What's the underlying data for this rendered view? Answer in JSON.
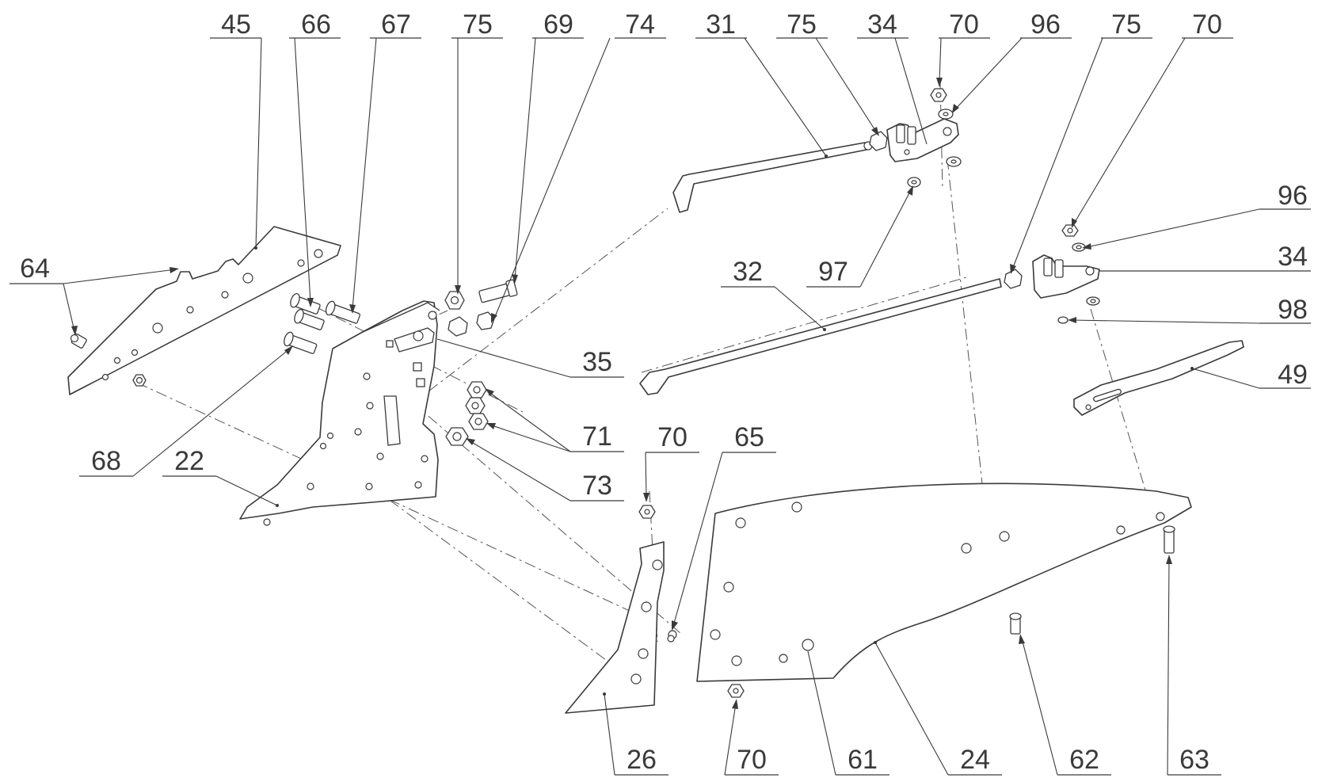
{
  "callouts": [
    {
      "id": "c45a",
      "label": "45"
    },
    {
      "id": "c66a",
      "label": "66"
    },
    {
      "id": "c67a",
      "label": "67"
    },
    {
      "id": "c75a",
      "label": "75"
    },
    {
      "id": "c69a",
      "label": "69"
    },
    {
      "id": "c74a",
      "label": "74"
    },
    {
      "id": "c31a",
      "label": "31"
    },
    {
      "id": "c75b",
      "label": "75"
    },
    {
      "id": "c34a",
      "label": "34"
    },
    {
      "id": "c70a",
      "label": "70"
    },
    {
      "id": "c96a",
      "label": "96"
    },
    {
      "id": "c75c",
      "label": "75"
    },
    {
      "id": "c70b",
      "label": "70"
    },
    {
      "id": "c96b",
      "label": "96"
    },
    {
      "id": "c34b",
      "label": "34"
    },
    {
      "id": "c98a",
      "label": "98"
    },
    {
      "id": "c49a",
      "label": "49"
    },
    {
      "id": "c64a",
      "label": "64"
    },
    {
      "id": "c32a",
      "label": "32"
    },
    {
      "id": "c97a",
      "label": "97"
    },
    {
      "id": "c35a",
      "label": "35"
    },
    {
      "id": "c71a",
      "label": "71"
    },
    {
      "id": "c73a",
      "label": "73"
    },
    {
      "id": "c68a",
      "label": "68"
    },
    {
      "id": "c22a",
      "label": "22"
    },
    {
      "id": "c70c",
      "label": "70"
    },
    {
      "id": "c65a",
      "label": "65"
    },
    {
      "id": "c26a",
      "label": "26"
    },
    {
      "id": "c70d",
      "label": "70"
    },
    {
      "id": "c61a",
      "label": "61"
    },
    {
      "id": "c24a",
      "label": "24"
    },
    {
      "id": "c62a",
      "label": "62"
    },
    {
      "id": "c63a",
      "label": "63"
    }
  ]
}
